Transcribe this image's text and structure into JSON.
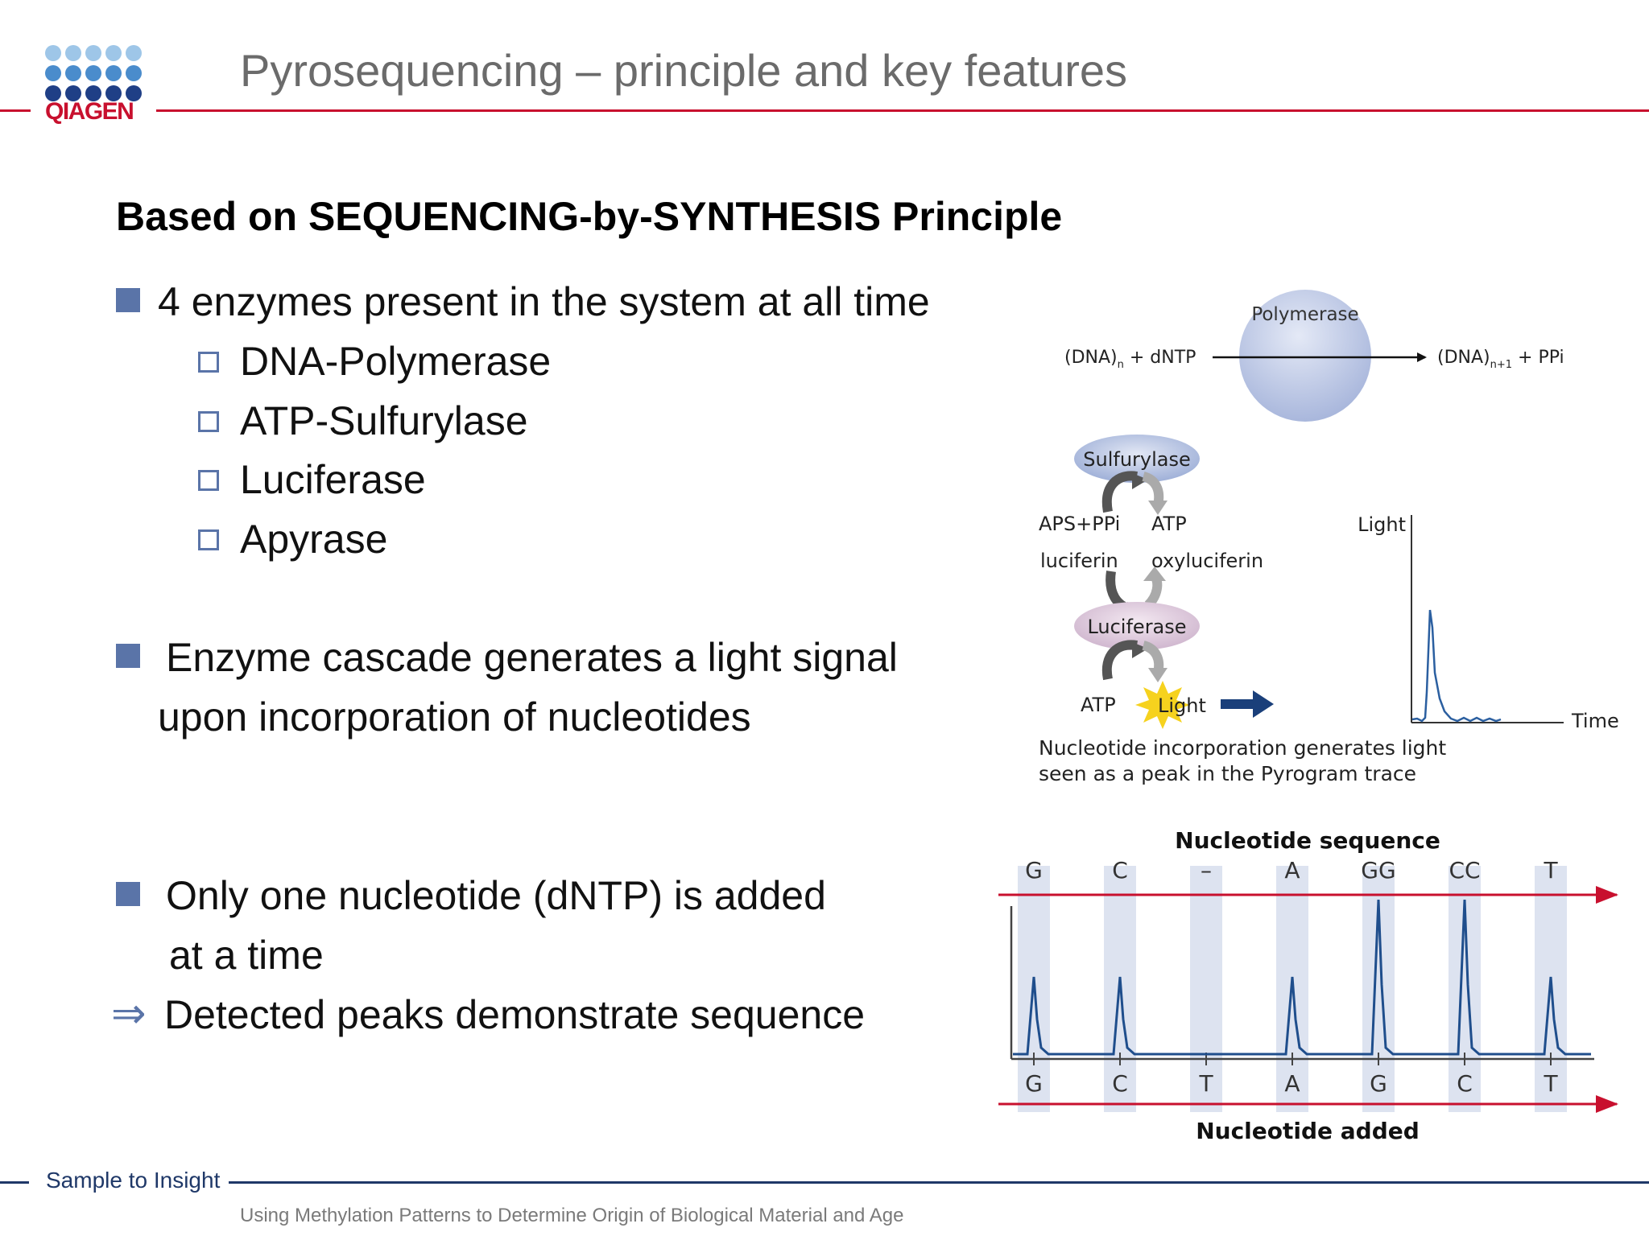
{
  "header": {
    "logo_text": "QIAGEN",
    "title": "Pyrosequencing – principle and key features",
    "accent_color": "#c8102e"
  },
  "subtitle": "Based on SEQUENCING-by-SYNTHESIS Principle",
  "bullets": {
    "enzymes_heading": "4 enzymes present in the system at all time",
    "enzymes": [
      "DNA-Polymerase",
      "ATP-Sulfurylase",
      "Luciferase",
      "Apyrase"
    ],
    "cascade_line1": "Enzyme cascade generates a light signal",
    "cascade_line2": "upon incorporation of nucleotides",
    "one_nt_line1": "Only one nucleotide (dNTP) is added",
    "one_nt_line2": "at a time",
    "implication": "Detected peaks demonstrate sequence",
    "bullet_color": "#5a74a8"
  },
  "cascade_diagram": {
    "dna_left": "(DNA)",
    "dna_left_sub": "n",
    "dna_left_rest": " + dNTP",
    "polymerase": "Polymerase",
    "dna_right": "(DNA)",
    "dna_right_sub": "n+1",
    "dna_right_rest": " + PPi",
    "sulfurylase": "Sulfurylase",
    "aps_ppi": "APS+PPi",
    "atp_1": "ATP",
    "luciferin": "luciferin",
    "oxyluciferin": "oxyluciferin",
    "luciferase": "Luciferase",
    "atp_2": "ATP",
    "light_burst": "Light",
    "plot_y_label": "Light",
    "plot_x_label": "Time",
    "caption_line1": "Nucleotide incorporation generates light",
    "caption_line2": "seen as a peak in the Pyrogram trace"
  },
  "pyrogram": {
    "top_title": "Nucleotide sequence",
    "sequence_labels": [
      "G",
      "C",
      "–",
      "A",
      "GG",
      "CC",
      "T"
    ],
    "added_labels": [
      "G",
      "C",
      "T",
      "A",
      "G",
      "C",
      "T"
    ],
    "bottom_title": "Nucleotide added",
    "peak_heights": [
      1,
      1,
      0,
      1,
      2,
      2,
      1
    ],
    "trace_color": "#1f4e8c",
    "arrow_color": "#c8102e",
    "band_color": "#dde3f0"
  },
  "footer": {
    "tagline": "Sample to Insight",
    "note": "Using Methylation Patterns to Determine Origin of Biological Material and Age"
  }
}
